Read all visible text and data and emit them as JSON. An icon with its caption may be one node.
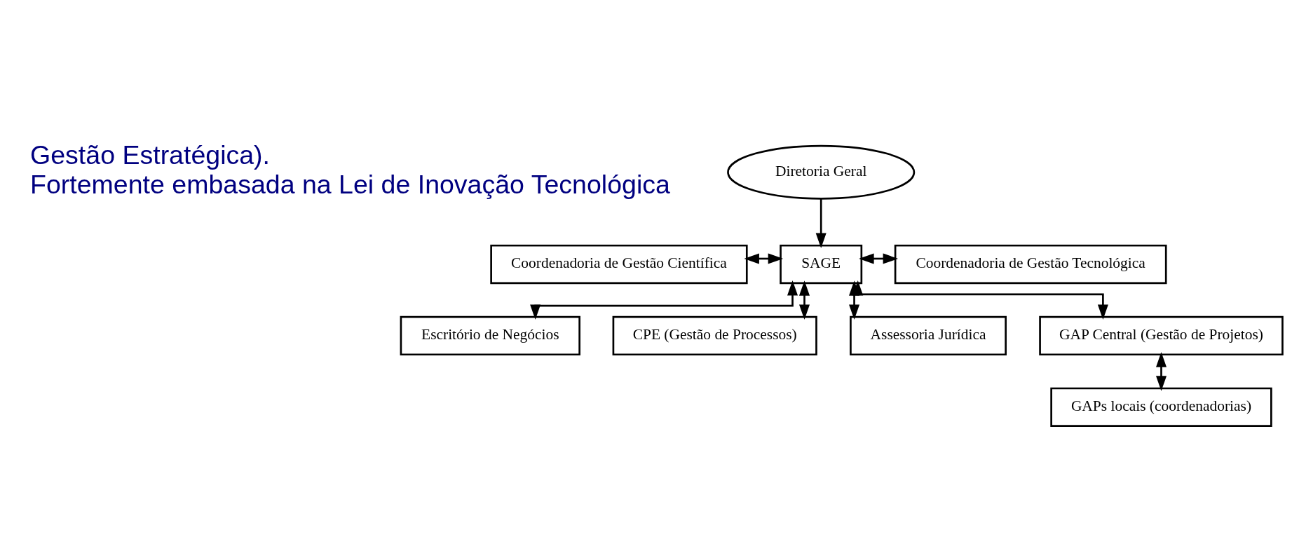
{
  "diagram": {
    "nodes": [
      {
        "text": [
          "Diretoria Geral"
        ]
      },
      {
        "text": [
          "Coordenadoria de Gestão Científica"
        ]
      },
      {
        "text": [
          "SAGE"
        ]
      },
      {
        "text": [
          "Coordenadoria de Gestão Tecnológica"
        ]
      },
      {
        "text": [
          "Escritório de Negócios"
        ]
      },
      {
        "text": [
          "CPE (Gestão de Processos)"
        ]
      },
      {
        "text": [
          "Assessoria Jurídica"
        ]
      },
      {
        "text": [
          "GAP Central (Gestão de Projetos)"
        ]
      },
      {
        "text": [
          "GAPs locais (coordenadorias)"
        ]
      }
    ],
    "edges": [
      {
        "from": 0,
        "to": 2,
        "arrow": "to"
      },
      {
        "from": 1,
        "to": 2,
        "arrow": "both"
      },
      {
        "from": 2,
        "to": 3,
        "arrow": "both"
      },
      {
        "from": 2,
        "to": 4,
        "arrow": "both"
      },
      {
        "from": 2,
        "to": 5,
        "arrow": "both"
      },
      {
        "from": 2,
        "to": 6,
        "arrow": "both"
      },
      {
        "from": 2,
        "to": 7,
        "arrow": "both"
      },
      {
        "from": 7,
        "to": 8,
        "arrow": "both"
      }
    ],
    "labels": [
      "Gestão Estratégica).",
      "Fortemente embasada na Lei de Inovação Tecnológica"
    ]
  }
}
